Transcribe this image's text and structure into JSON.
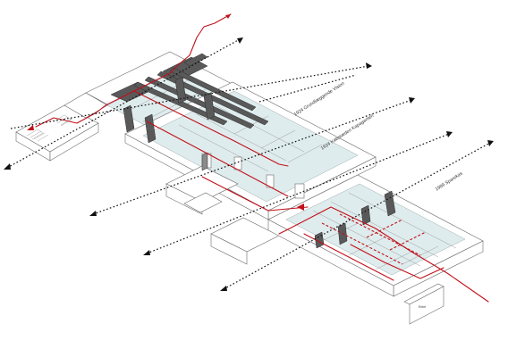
{
  "diagram": {
    "axis_labels": [
      {
        "id": "grundlaegende-vision",
        "text": "1924 Grundlæggende Vision"
      },
      {
        "id": "kobstaden",
        "text": "1924 Købstæden Kapagamen"
      },
      {
        "id": "sparekassen",
        "text": "1989 Sparekas"
      }
    ],
    "entrance_label": "Entré",
    "colors": {
      "route": "#c0111a",
      "beams": "#595959",
      "floor": "#dfeced",
      "walls": "#6a6a6a",
      "axes": "#111111"
    }
  }
}
